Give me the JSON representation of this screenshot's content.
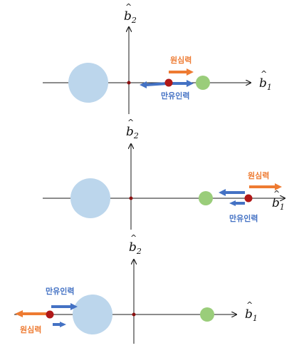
{
  "colors": {
    "axis": "#1a1a1a",
    "big_body": "#bcd6ec",
    "small_body": "#9acd7a",
    "center_point": "#8b1010",
    "satellite": "#b01818",
    "centrifugal": "#ee7b32",
    "gravity": "#4472c4"
  },
  "labels": {
    "centrifugal": "원심력",
    "gravity": "만유인력"
  },
  "axes": {
    "b1": "b",
    "b1_sub": "1",
    "b2": "b",
    "b2_sub": "2"
  }
}
